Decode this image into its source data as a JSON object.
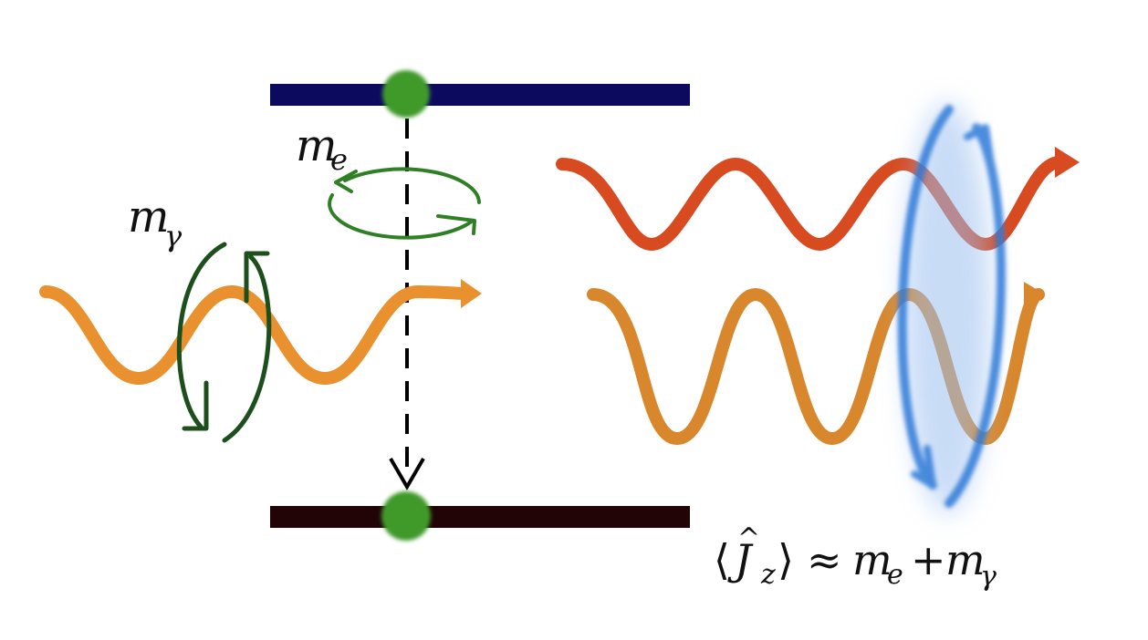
{
  "labels": {
    "m": "m",
    "sub_e": "e",
    "sub_gamma": "γ",
    "J": "J",
    "hat": "^",
    "sub_z": "z",
    "lang": "⟨",
    "rang": "⟩",
    "approx": "≈",
    "plus": "+"
  },
  "colors": {
    "upper_level": "#0c0a5e",
    "lower_level": "#220407",
    "electron": "#3f9a2a",
    "electron_arrow": "#2f7f25",
    "photon_arrow": "#1c4f1c",
    "photon_in": "#e8912e",
    "photon_out_red": "#d84a20",
    "photon_out_orange": "#d8872c",
    "angular_momentum": "#2f7ad8",
    "transition_arrow": "#000000"
  },
  "icons": {
    "excited_state": "electron-dot-icon",
    "ground_state": "electron-dot-icon",
    "electron_rotation": "circular-arrow-icon",
    "photon_rotation": "circular-arrow-icon",
    "emitted_rotation": "circular-arrow-icon"
  }
}
